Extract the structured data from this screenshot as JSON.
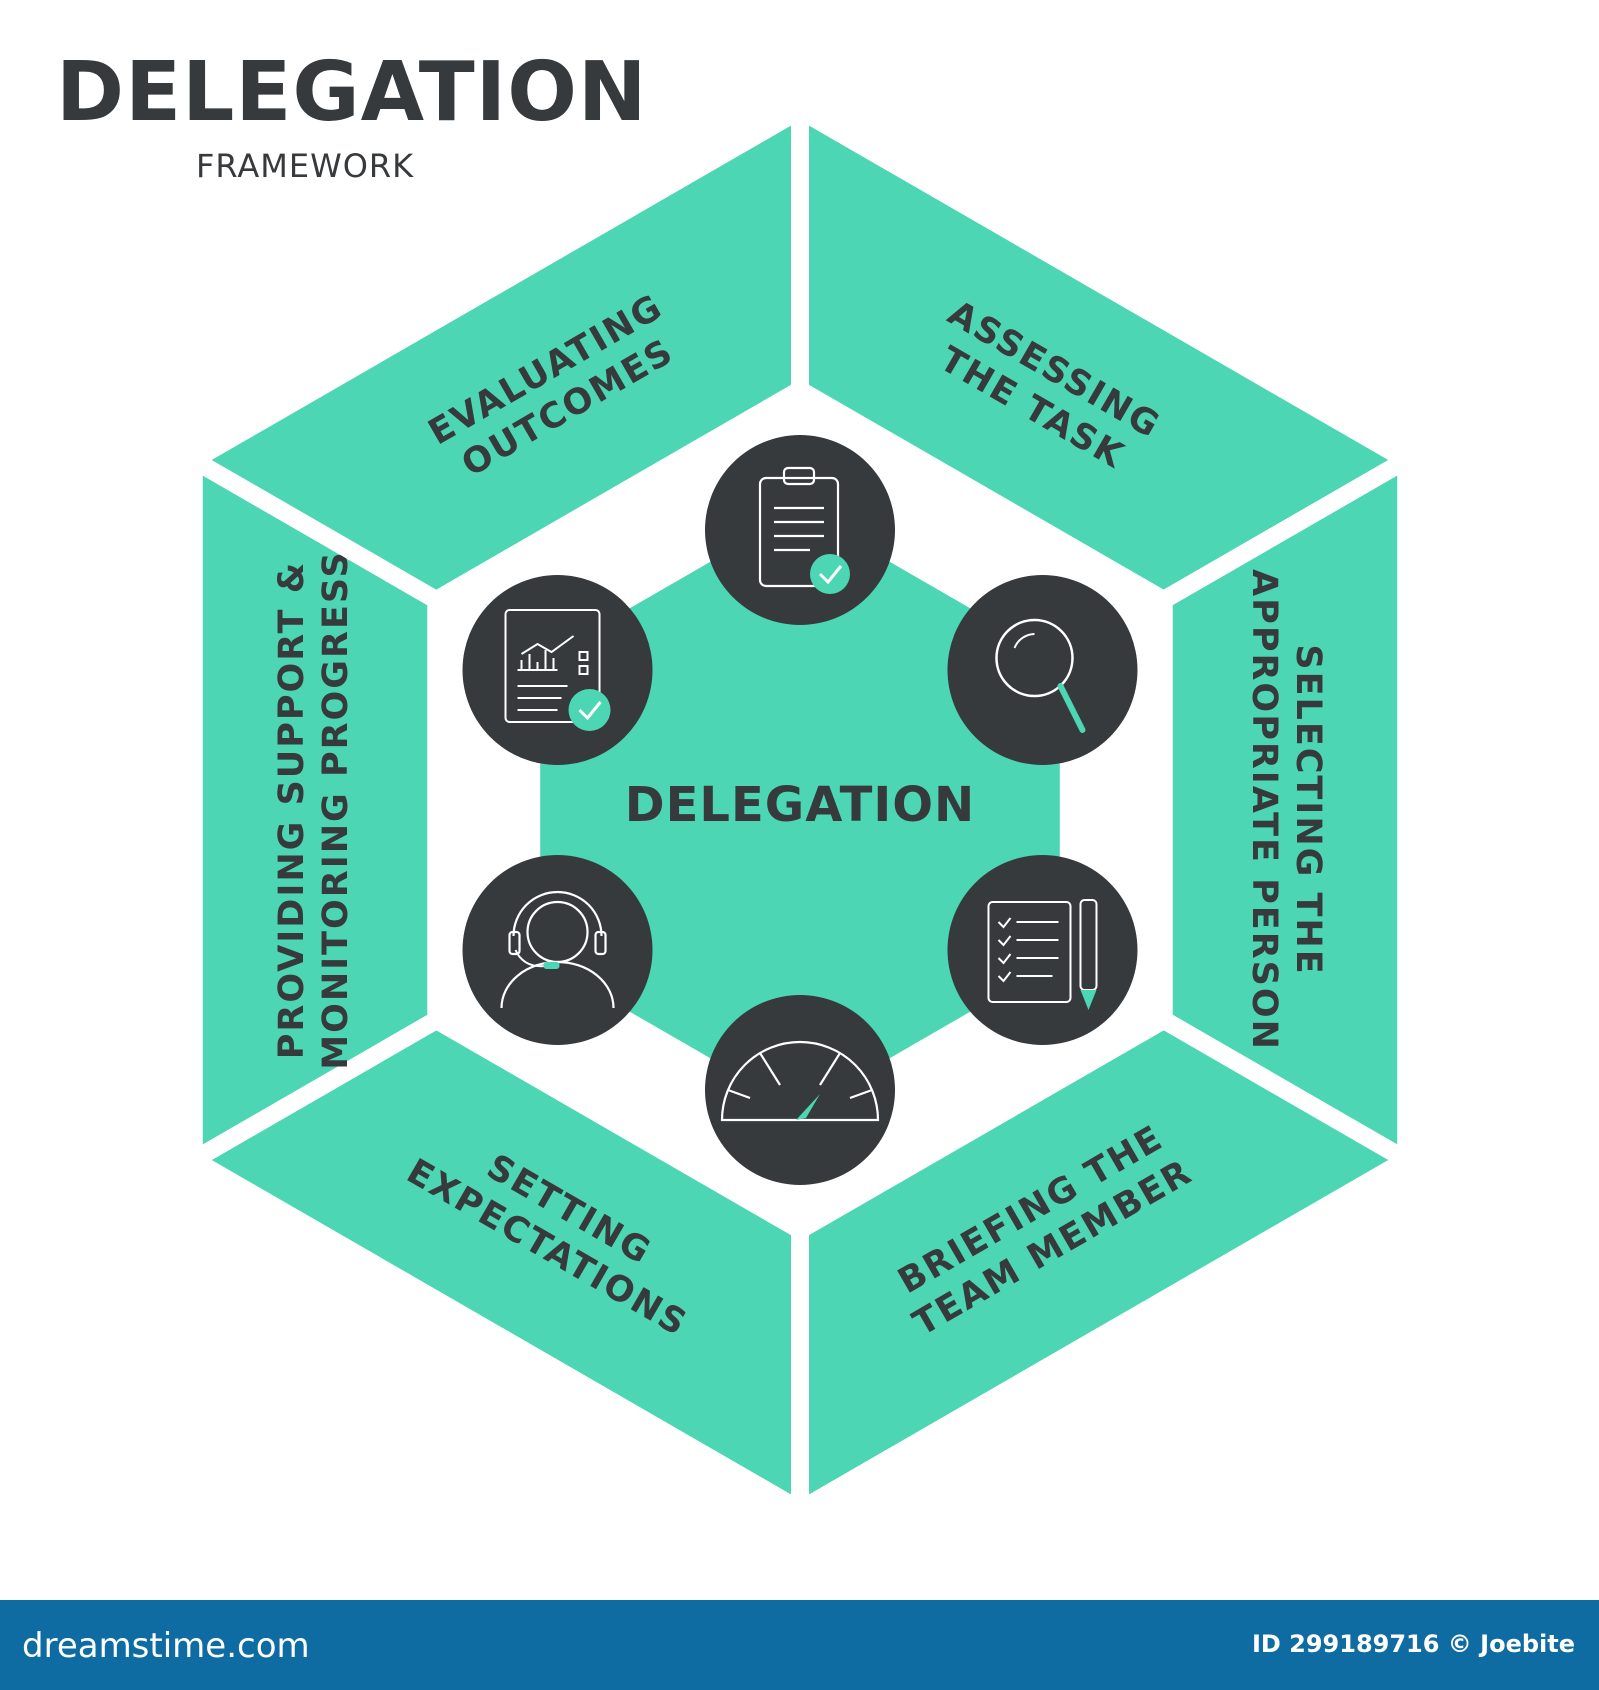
{
  "header": {
    "title": "DELEGATION",
    "subtitle": "FRAMEWORK"
  },
  "center": {
    "label": "DELEGATION"
  },
  "segments": [
    {
      "lines": [
        "ASSESSING",
        "THE TASK"
      ]
    },
    {
      "lines": [
        "SELECTING THE",
        "APPROPRIATE PERSON"
      ]
    },
    {
      "lines": [
        "BRIEFING THE",
        "TEAM MEMBER"
      ]
    },
    {
      "lines": [
        "SETTING",
        "EXPECTATIONS"
      ]
    },
    {
      "lines": [
        "PROVIDING SUPPORT &",
        "MONITORING PROGRESS"
      ]
    },
    {
      "lines": [
        "EVALUATING",
        "OUTCOMES"
      ]
    }
  ],
  "icons": [
    "clipboard-check-icon",
    "magnifier-icon",
    "checklist-pencil-icon",
    "gauge-icon",
    "support-agent-icon",
    "report-chart-check-icon"
  ],
  "footer": {
    "brand": "dreamstime.com",
    "credit": "ID 299189716 © Joebite"
  },
  "colors": {
    "teal": "#4dd6b4",
    "dark": "#363a3c",
    "white": "#ffffff",
    "footer": "#0f6ca3"
  }
}
